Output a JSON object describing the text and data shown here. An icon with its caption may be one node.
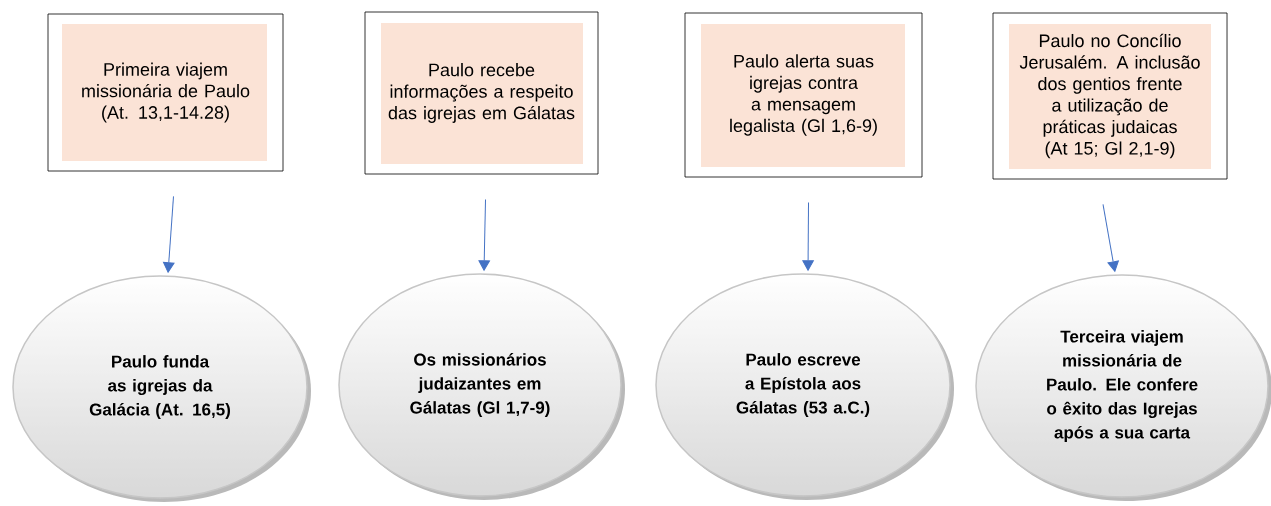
{
  "diagram": {
    "nodes": [
      {
        "text": [
          "Primeira viajem missionária de Paulo (At. 13,1-14.28)"
        ]
      },
      {
        "text": [
          "Paulo recebe informações a respeito das igrejas em Gálatas"
        ]
      },
      {
        "text": [
          "Paulo alerta suas igrejas contra a mensagem legalista (Gl 1,6-9)"
        ]
      },
      {
        "text": [
          "Paulo no Concílio Jerusalém. A inclusão dos gentios frente a utilização de práticas judaicas (At 15; Gl 2,1-9)"
        ]
      },
      {
        "text": [
          "Paulo funda as igrejas da Galácia (At. 16,5)"
        ]
      },
      {
        "text": [
          "Os missionários judaizantes em Gálatas (Gl 1,7-9)"
        ]
      },
      {
        "text": [
          "Paulo escreve a Epístola aos Gálatas (53 a.C.)"
        ]
      },
      {
        "text": [
          "Terceira viajem missionária de Paulo. Ele confere o êxito das Igrejas após a sua carta"
        ]
      }
    ],
    "edges": [
      {
        "from": 0,
        "to": 4,
        "arrow": "to"
      },
      {
        "from": 1,
        "to": 5,
        "arrow": "to"
      },
      {
        "from": 2,
        "to": 6,
        "arrow": "to"
      },
      {
        "from": 3,
        "to": 7,
        "arrow": "to"
      }
    ]
  }
}
